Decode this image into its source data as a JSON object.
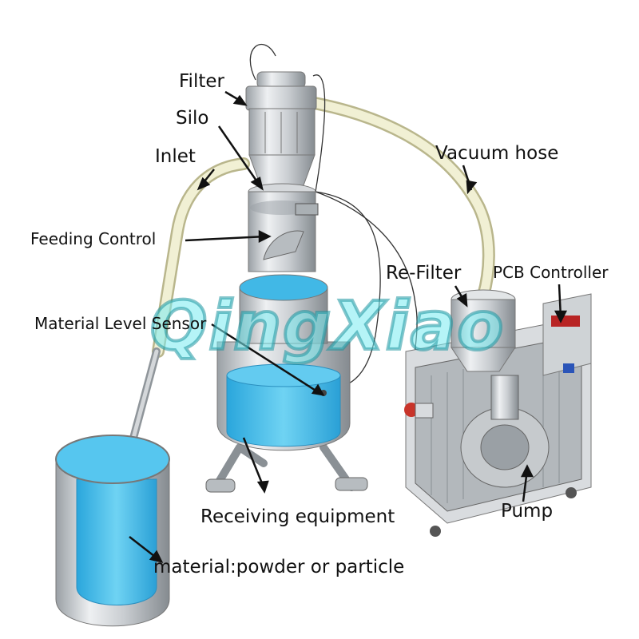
{
  "labels": {
    "filter": "Filter",
    "silo": "Silo",
    "inlet": "Inlet",
    "vacuum_hose": "Vacuum hose",
    "feeding_control": "Feeding Control",
    "re_filter": "Re-Filter",
    "pcb_controller": "PCB Controller",
    "material_level_sensor": "Material Level Sensor",
    "receiving_equipment": "Receiving equipment",
    "pump": "Pump",
    "material": "material:powder or particle"
  },
  "watermark": "QingXiao",
  "colors": {
    "steel_light": "#e8eaec",
    "steel_dark": "#8c9196",
    "hose": "#efeecf",
    "liquid": "#39b7e6",
    "watermark": "#7be8ee"
  }
}
